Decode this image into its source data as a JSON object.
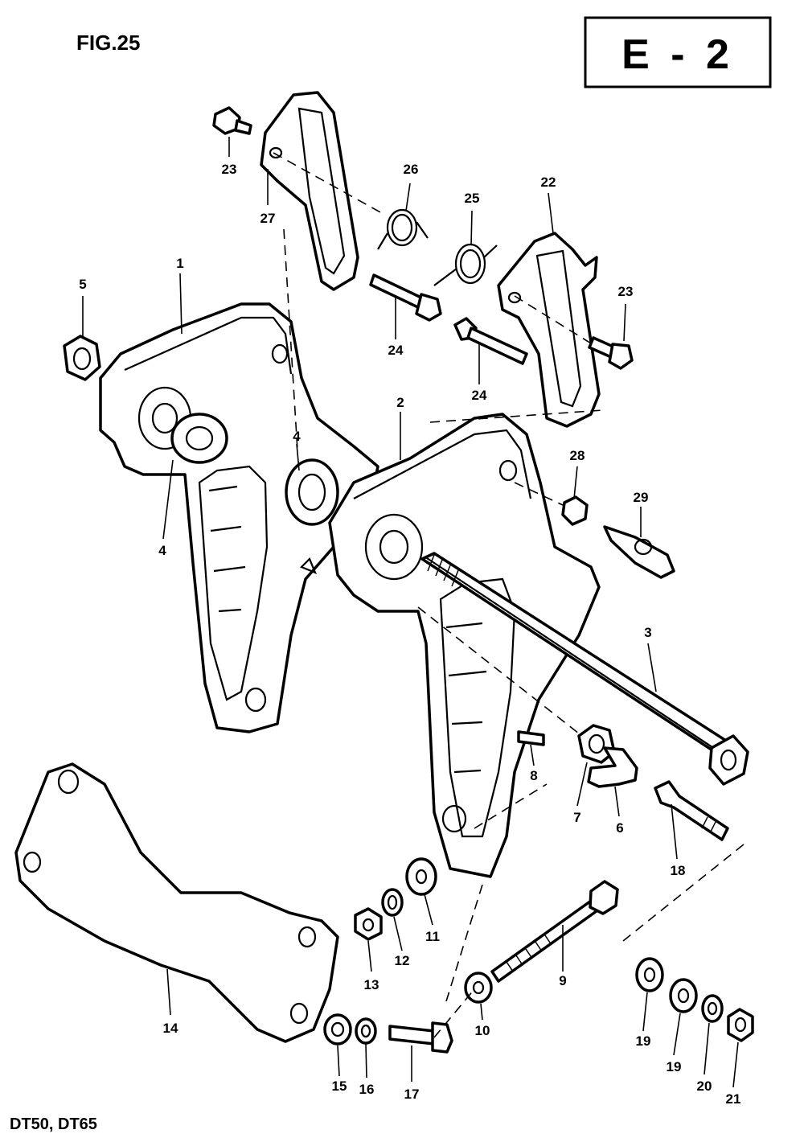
{
  "figure_label": "FIG.25",
  "section_code": "E - 2",
  "models": "DT50, DT65",
  "part_numbers": {
    "p1": "1",
    "p2": "2",
    "p3": "3",
    "p4a": "4",
    "p4b": "4",
    "p5": "5",
    "p6": "6",
    "p7": "7",
    "p8": "8",
    "p9": "9",
    "p10": "10",
    "p11": "11",
    "p12": "12",
    "p13": "13",
    "p14": "14",
    "p15": "15",
    "p16": "16",
    "p17": "17",
    "p18": "18",
    "p19a": "19",
    "p19b": "19",
    "p20": "20",
    "p21": "21",
    "p22": "22",
    "p23a": "23",
    "p23b": "23",
    "p24a": "24",
    "p24b": "24",
    "p25": "25",
    "p26": "26",
    "p27": "27",
    "p28": "28",
    "p29": "29"
  }
}
